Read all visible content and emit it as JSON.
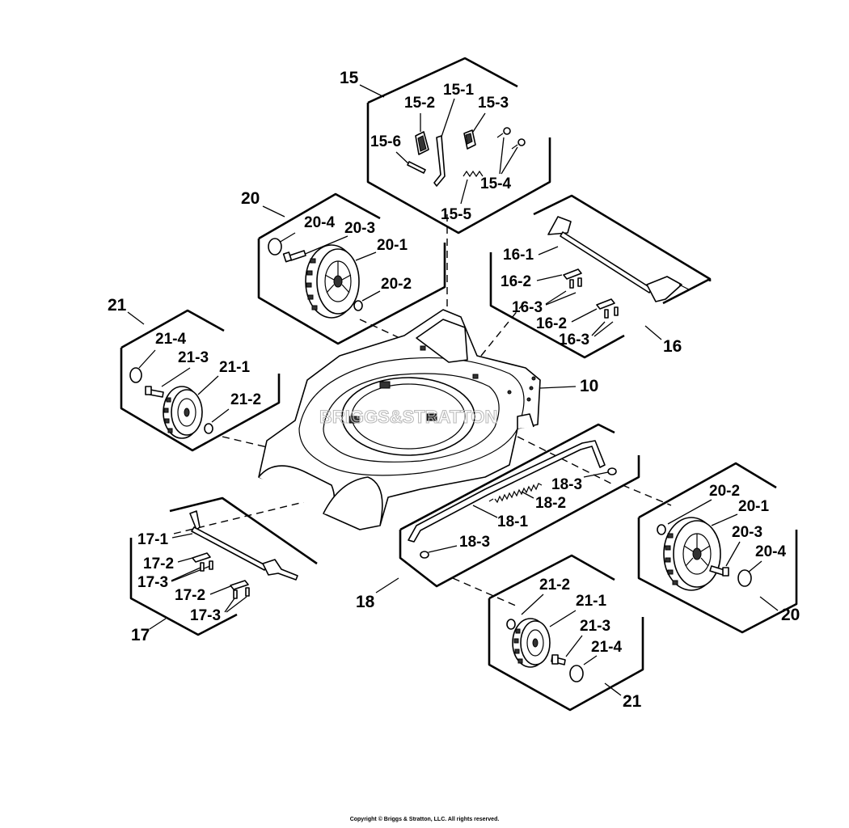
{
  "labels": {
    "g10": "10",
    "g15": "15",
    "p15_1": "15-1",
    "p15_2": "15-2",
    "p15_3": "15-3",
    "p15_4": "15-4",
    "p15_5": "15-5",
    "p15_6": "15-6",
    "g16": "16",
    "p16_1": "16-1",
    "p16_2a": "16-2",
    "p16_3a": "16-3",
    "p16_2b": "16-2",
    "p16_3b": "16-3",
    "g17": "17",
    "p17_1": "17-1",
    "p17_2a": "17-2",
    "p17_3a": "17-3",
    "p17_2b": "17-2",
    "p17_3b": "17-3",
    "g18": "18",
    "p18_1": "18-1",
    "p18_2": "18-2",
    "p18_3a": "18-3",
    "p18_3b": "18-3",
    "g20a": "20",
    "p20_1a": "20-1",
    "p20_2a": "20-2",
    "p20_3a": "20-3",
    "p20_4a": "20-4",
    "g20b": "20",
    "p20_1b": "20-1",
    "p20_2b": "20-2",
    "p20_3b": "20-3",
    "p20_4b": "20-4",
    "g21a": "21",
    "p21_1a": "21-1",
    "p21_2a": "21-2",
    "p21_3a": "21-3",
    "p21_4a": "21-4",
    "g21b": "21",
    "p21_1b": "21-1",
    "p21_2b": "21-2",
    "p21_3b": "21-3",
    "p21_4b": "21-4"
  },
  "watermark": "BRIGGS&STRATTON",
  "copyright": "Copyright © Briggs & Stratton, LLC. All rights reserved.",
  "colors": {
    "line": "#000000",
    "background": "#ffffff",
    "watermark": "#bbbbbb"
  }
}
